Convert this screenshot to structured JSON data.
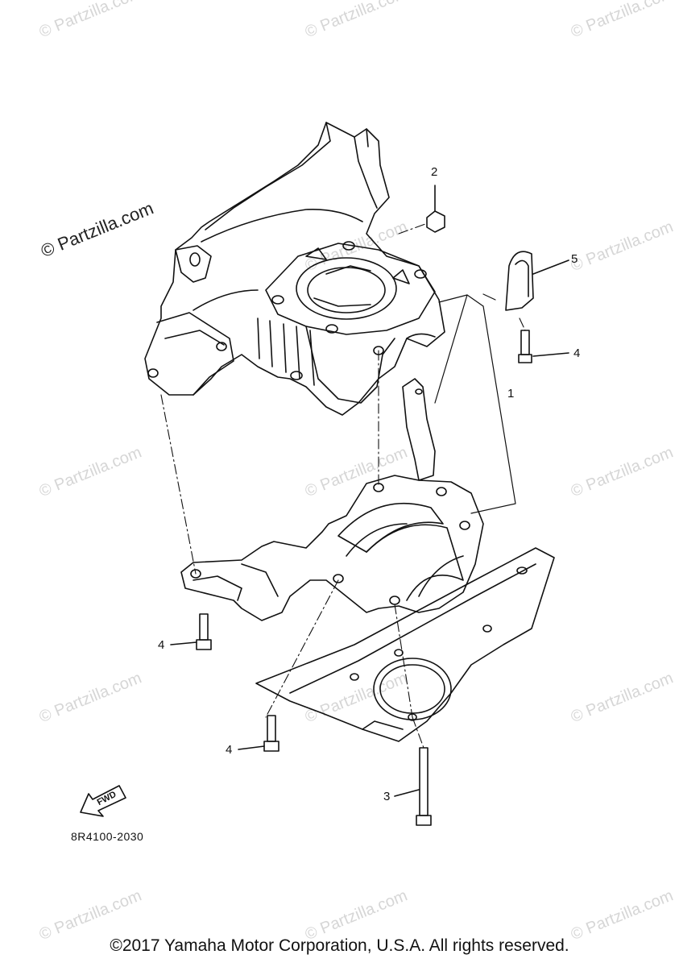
{
  "watermarks": {
    "main": "© Partzilla.com",
    "faint": "© Partzilla.com"
  },
  "callouts": {
    "c1": "1",
    "c2": "2",
    "c3": "3",
    "c4a": "4",
    "c4b": "4",
    "c4c": "4",
    "c5": "5"
  },
  "fwd_label": "FWD",
  "diagram_code": "8R4100-2030",
  "copyright": "©2017 Yamaha Motor Corporation, U.S.A. All rights reserved."
}
